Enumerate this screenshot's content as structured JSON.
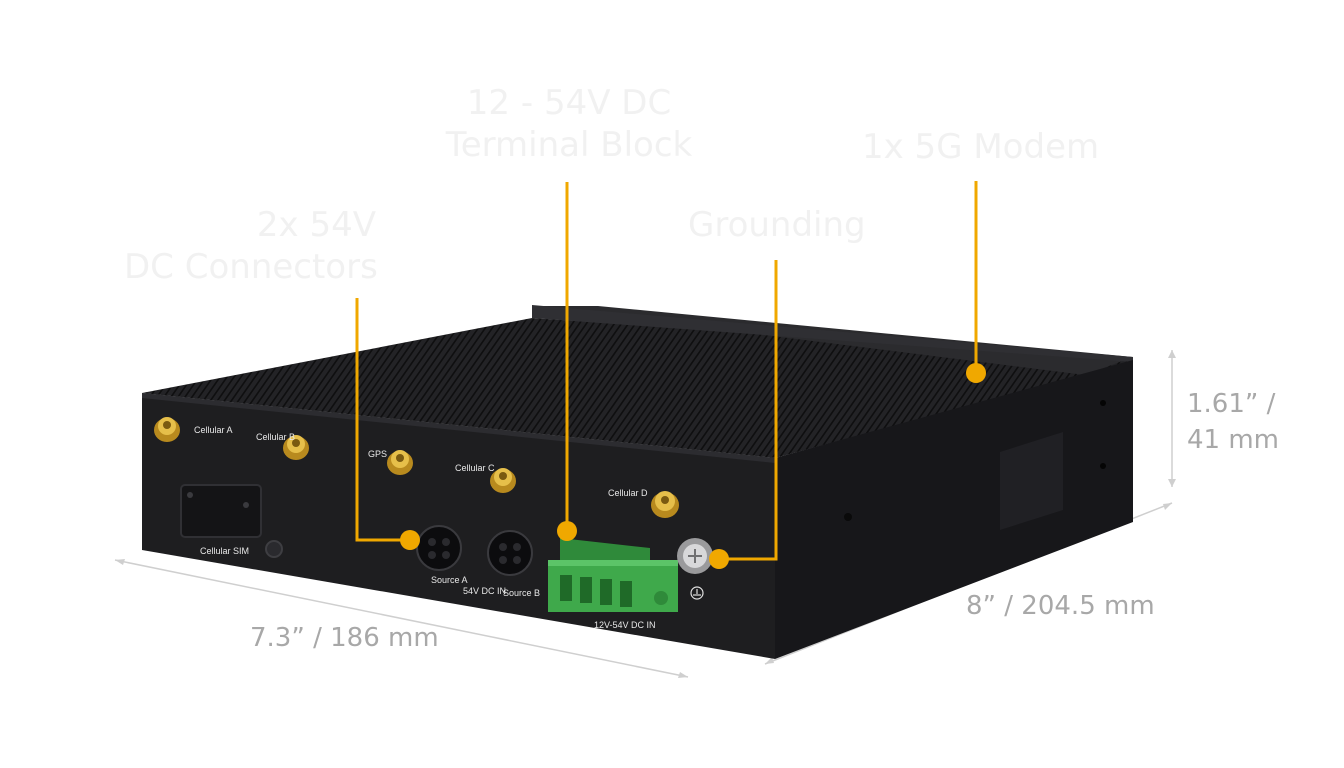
{
  "callouts": {
    "terminal_block": {
      "line1": "12 - 54V DC",
      "line2": "Terminal Block"
    },
    "modem": {
      "line1": "1x 5G Modem"
    },
    "grounding": {
      "line1": "Grounding"
    },
    "dc_connectors": {
      "line1": "2x 54V",
      "line2": "DC Connectors"
    }
  },
  "dimensions": {
    "height": {
      "line1": "1.61” /",
      "line2": "41 mm"
    },
    "depth": "8” / 204.5 mm",
    "width": "7.3” / 186 mm"
  },
  "port_labels": {
    "cellular_a": "Cellular A",
    "cellular_b": "Cellular B",
    "gps": "GPS",
    "cellular_c": "Cellular C",
    "cellular_d": "Cellular D",
    "cellular_sim": "Cellular SIM",
    "source_a": "Source A",
    "source_b": "Source B",
    "dc_in_54": "54V DC IN",
    "dc_in_range": "12V-54V DC IN"
  },
  "colors": {
    "accent": "#f0a800",
    "chassis": "#1c1c1e",
    "terminal": "#3fa94b",
    "dimension_text": "#a8a8a8",
    "callout_text": "#f1f1f1"
  }
}
